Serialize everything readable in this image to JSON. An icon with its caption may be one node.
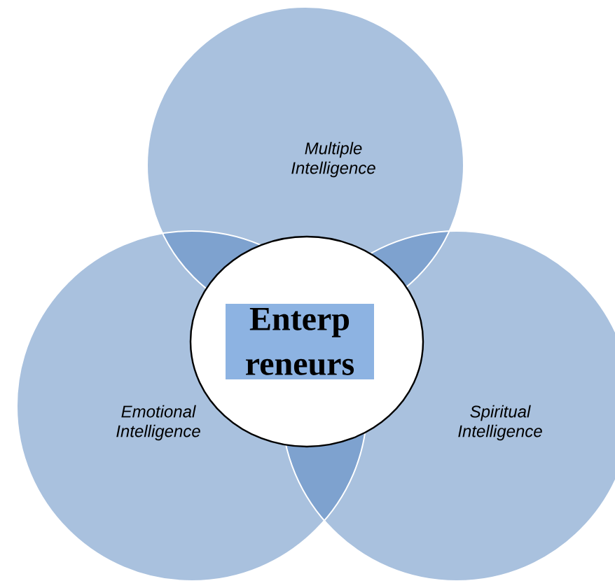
{
  "diagram": {
    "nodes": [
      {
        "text": [
          "Multiple Intelligence"
        ]
      },
      {
        "text": [
          "Enterp reneurs"
        ]
      },
      {
        "text": [
          "Emotional Intelligence"
        ]
      },
      {
        "text": [
          "Spiritual Intelligence"
        ]
      }
    ]
  }
}
